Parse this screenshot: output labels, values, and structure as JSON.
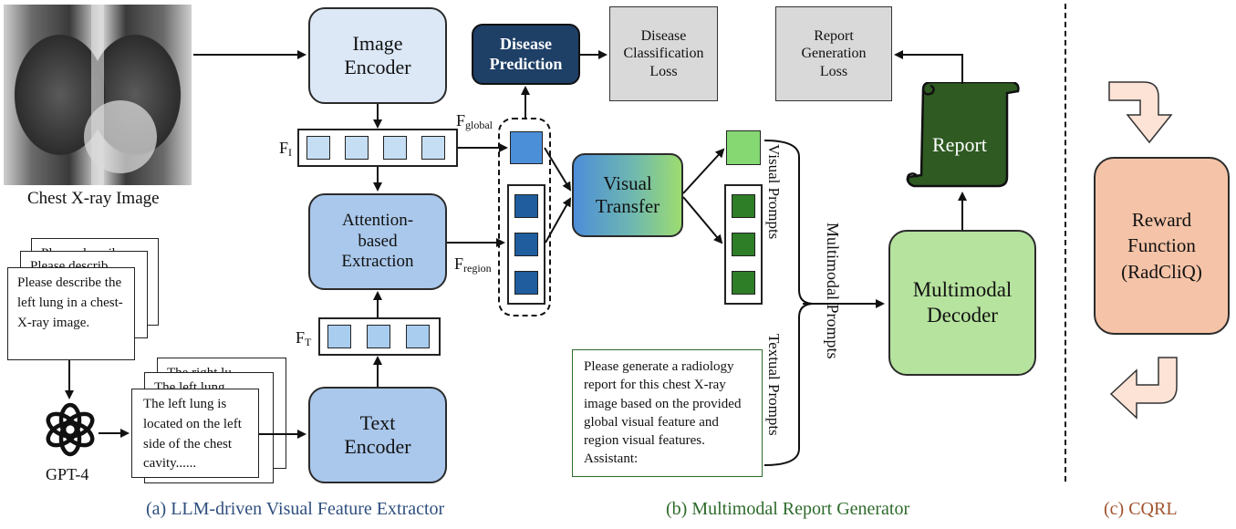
{
  "xray": {
    "caption": "Chest X-ray Image"
  },
  "boxes": {
    "image_encoder": "Image Encoder",
    "attention_extraction": "Attention-based Extraction",
    "text_encoder": "Text Encoder",
    "disease_prediction": "Disease Prediction",
    "disease_loss": "Disease Classification Loss",
    "report_loss": "Report Generation Loss",
    "visual_transfer": "Visual Transfer",
    "report": "Report",
    "multimodal_decoder": "Multimodal Decoder",
    "reward_function": "Reward Function (RadCliQ)"
  },
  "labels": {
    "f_i": "F",
    "f_i_sub": "I",
    "f_t": "F",
    "f_t_sub": "T",
    "f_global": "F",
    "f_global_sub": "global",
    "f_region": "F",
    "f_region_sub": "region",
    "visual_prompts": "Visual Prompts",
    "textual_prompts": "Textual Prompts",
    "multimodal_prompts": "Multimodal Prompts",
    "gpt4": "GPT-4"
  },
  "notes": {
    "question": "Please describe the left lung in a chest-X-ray image.",
    "question_back1": "Please describ",
    "question_back2": "Please describ",
    "answer": "The left lung is located on the left side of the chest cavity......",
    "answer_back1": "The right lu",
    "answer_back2": "The left lung",
    "prompt": "Please generate a radiology report for this chest X-ray image based on the provided global visual feature and region visual features. Assistant:"
  },
  "captions": {
    "a": "(a) LLM-driven Visual Feature Extractor",
    "b": "(b) Multimodal Report Generator",
    "c": "(c) CQRL"
  },
  "colors": {
    "caption_a": "#2f4f7f",
    "caption_b": "#2e6b2b",
    "caption_c": "#a0522d"
  }
}
